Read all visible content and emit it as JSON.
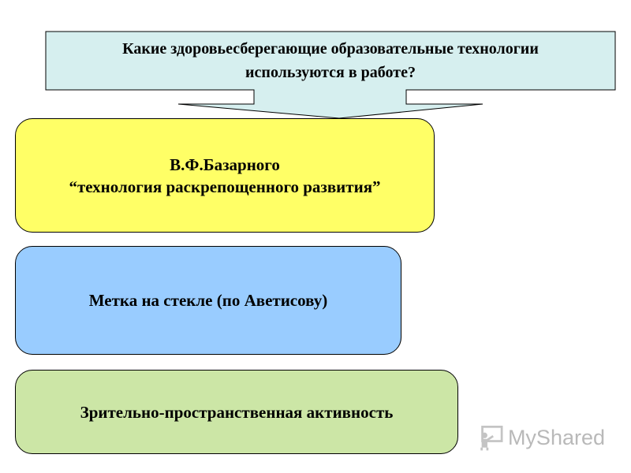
{
  "question": {
    "line1": "Какие здоровьесберегающие образовательные технологии",
    "line2": "используются в работе?"
  },
  "boxes": [
    {
      "line1": "В.Ф.Базарного",
      "line2": "“технология раскрепощенного развития”",
      "color": "#ffff66"
    },
    {
      "line1": "Метка на стекле (по Аветисову)",
      "color": "#99ccff"
    },
    {
      "line1": "Зрительно-пространственная активность",
      "color": "#cce6a6"
    }
  ],
  "callout_color": "#d6efef",
  "watermark": {
    "text": "MyShared",
    "icon": "chalkboard-teacher-icon"
  }
}
